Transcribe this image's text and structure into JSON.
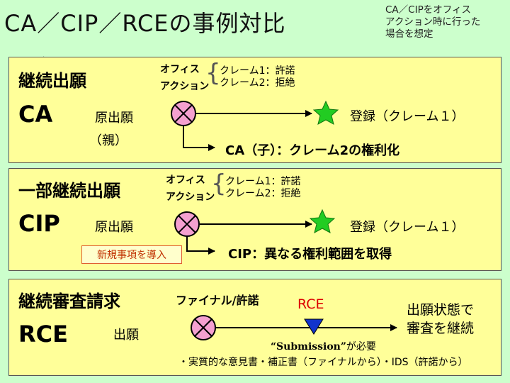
{
  "title": "CA／CIP／RCEの事例対比",
  "note": "CA／CIPをオフィス\nアクション時に行った\n場合を想定",
  "dot": "·",
  "ca": {
    "heading": "継続出願",
    "acronym": "CA",
    "origin": "原出願",
    "origin_sub": "（親）",
    "oa": "オフィス\nアクション",
    "claims": "クレーム1：許諾\nクレーム2：拒絶",
    "grant": "登録（クレーム１）",
    "child": "CA（子）：クレーム2の権利化"
  },
  "cip": {
    "heading": "一部継続出願",
    "acronym": "CIP",
    "origin": "原出願",
    "oa": "オフィス\nアクション",
    "claims": "クレーム1：許諾\nクレーム2：拒絶",
    "grant": "登録（クレーム１）",
    "new_matter": "新規事項を導入",
    "child": "CIP：異なる権利範囲を取得"
  },
  "rce": {
    "heading": "継続審査請求",
    "acronym": "RCE",
    "origin": "出願",
    "final": "ファイナル/許諾",
    "tag": "RCE",
    "result": "出願状態で\n審査を継続",
    "submission_word": "“Submission”",
    "submission_rest": "が必要",
    "requirements": "・実質的な意見書・補正書（ファイナルから）・IDS（許諾から）"
  },
  "colors": {
    "background": "#ccffcc",
    "panel": "#ffff99",
    "node_fill": "#f4a0d0",
    "star": "#22cc22",
    "rce_triangle": "#1133cc",
    "rce_label": "#dd0000",
    "new_matter_border": "#e06030"
  },
  "icons": [
    "x-circle-icon",
    "star-icon",
    "triangle-down-icon",
    "arrow-right-icon",
    "brace-icon"
  ]
}
